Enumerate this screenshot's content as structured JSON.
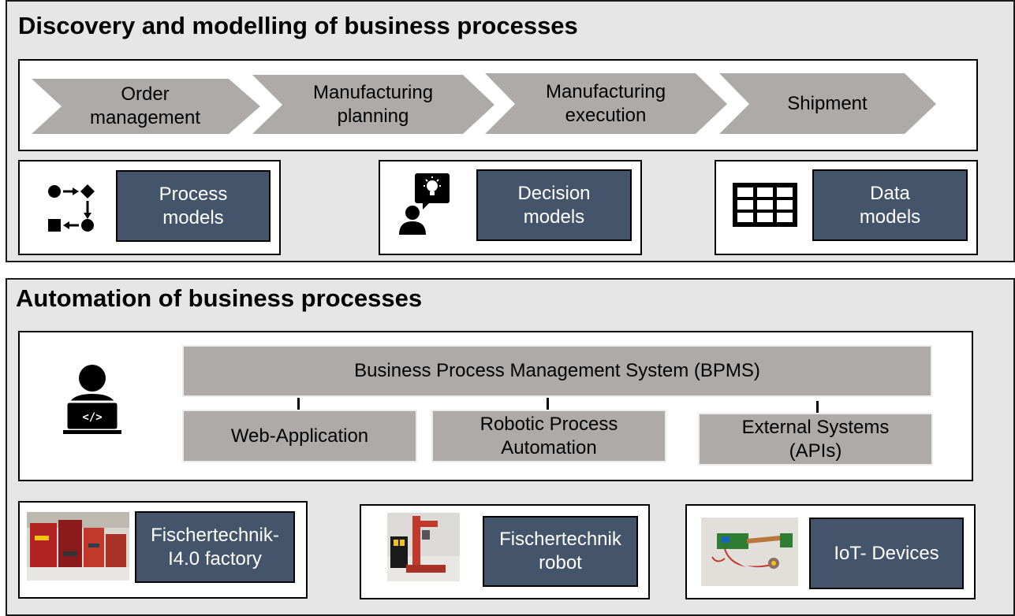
{
  "discovery": {
    "title": "Discovery and modelling of business processes",
    "steps": [
      {
        "label": "Order\nmanagement"
      },
      {
        "label": "Manufacturing\nplanning"
      },
      {
        "label": "Manufacturing\nexecution"
      },
      {
        "label": "Shipment"
      }
    ],
    "models": [
      {
        "label": "Process\nmodels",
        "icon": "process-flow-icon"
      },
      {
        "label": "Decision\nmodels",
        "icon": "person-idea-icon"
      },
      {
        "label": "Data\nmodels",
        "icon": "table-grid-icon"
      }
    ]
  },
  "automation": {
    "title": "Automation of business processes",
    "bpms": "Business Process Management System (BPMS)",
    "components": [
      {
        "label": "Web-Application"
      },
      {
        "label": "Robotic Process\nAutomation"
      },
      {
        "label": "External Systems\n(APIs)"
      }
    ],
    "devices": [
      {
        "label": "Fischertechnik-\nI4.0 factory"
      },
      {
        "label": "Fischertechnik\nrobot"
      },
      {
        "label": "IoT- Devices"
      }
    ]
  },
  "colors": {
    "section_bg": "#e6e6e6",
    "chevron": "#aeaaaa",
    "navy_box": "#44546a"
  }
}
